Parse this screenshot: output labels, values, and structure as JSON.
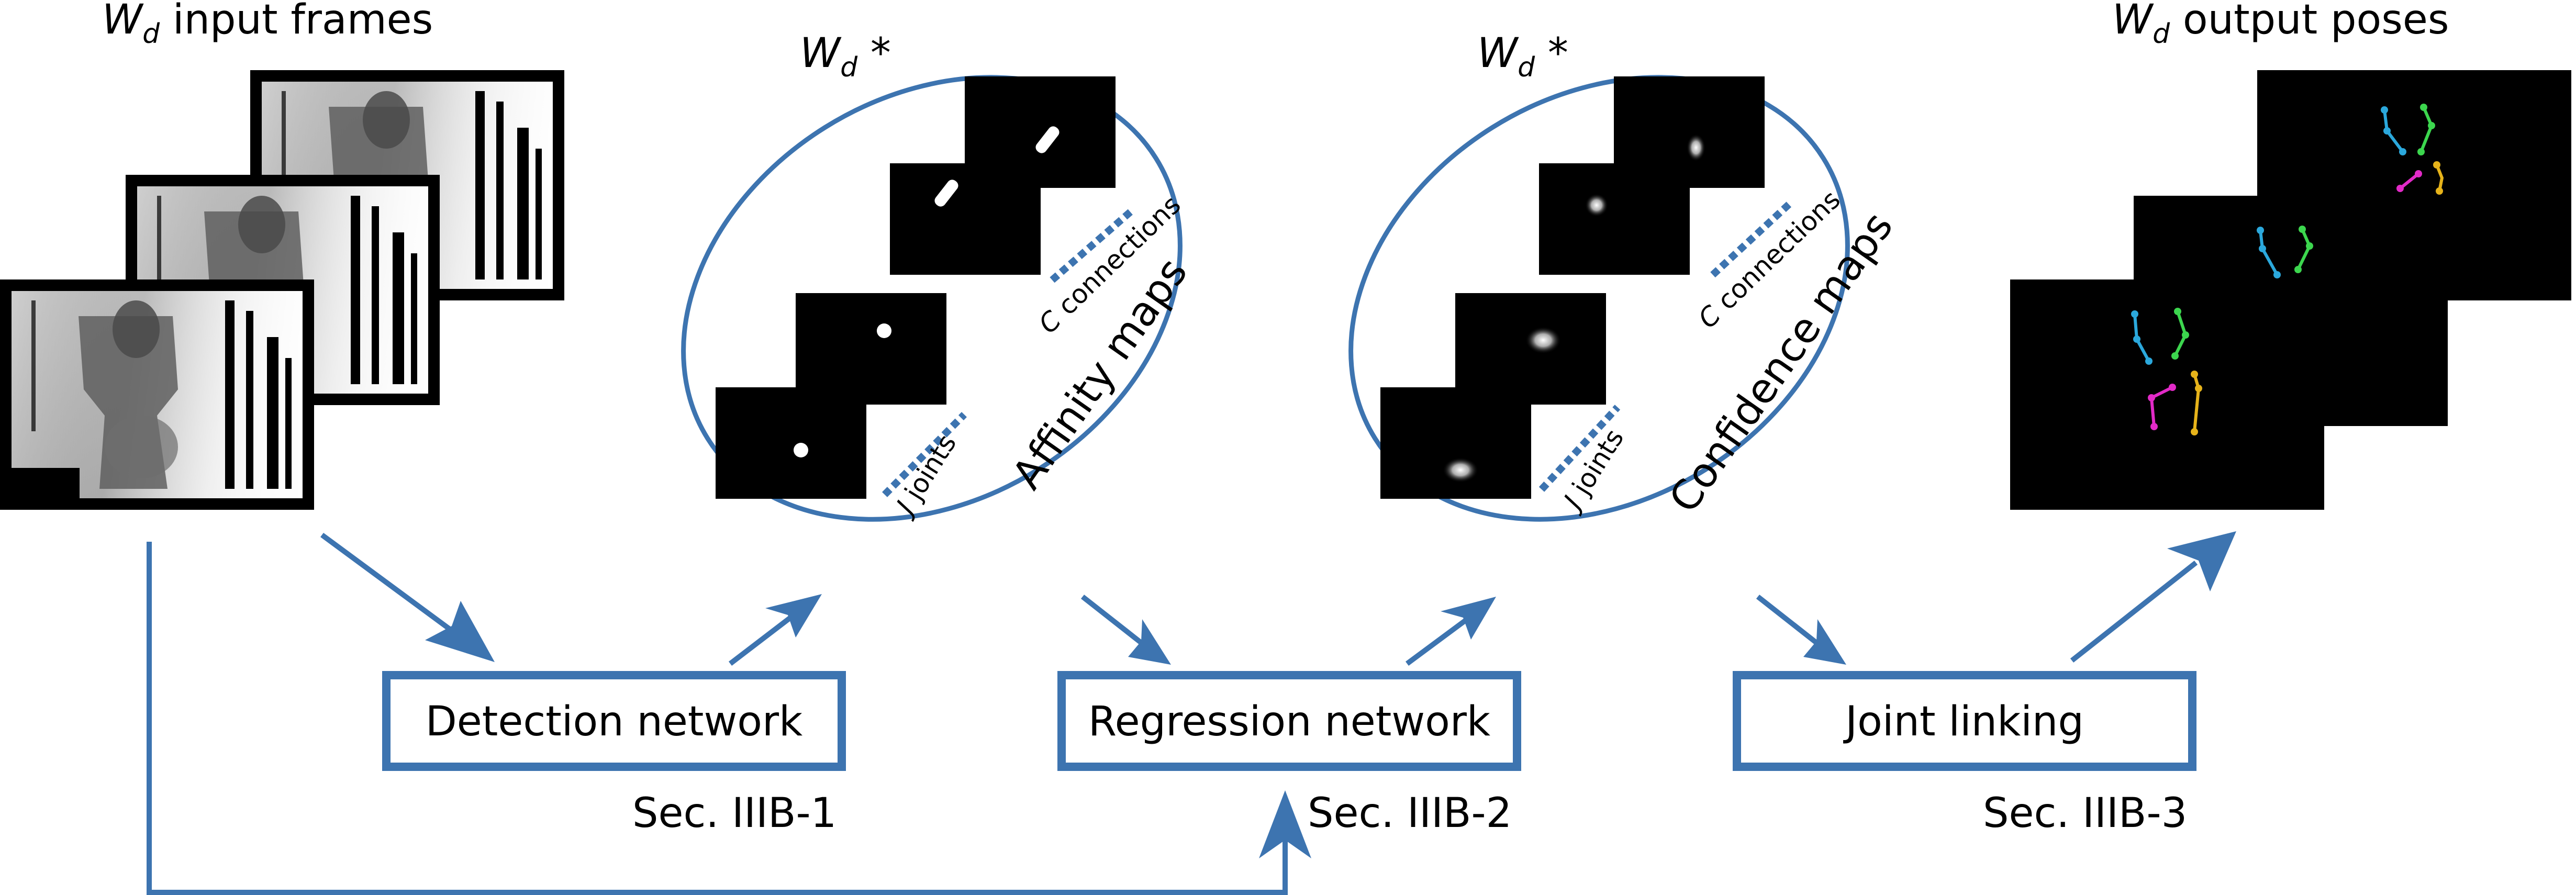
{
  "colors": {
    "blue": "#3d74b0",
    "bg": "#ffffff",
    "frame": "#000000",
    "skeleton_left_arm": "#2ba8dc",
    "skeleton_right_arm": "#3cd64e",
    "skeleton_left_leg": "#e22ac7",
    "skeleton_right_leg": "#e6b31a"
  },
  "title_input": {
    "math": "W",
    "sub": "d",
    "rest": " input frames"
  },
  "title_output": {
    "math": "W",
    "sub": "d",
    "rest": " output poses"
  },
  "affinity_stack": {
    "mult": {
      "math": "W",
      "sub": "d",
      "rest": " *"
    },
    "group_label": "Affinity maps",
    "joints": {
      "math": "J",
      "rest": " joints"
    },
    "connections": {
      "math": "C",
      "rest": " connections"
    }
  },
  "confidence_stack": {
    "mult": {
      "math": "W",
      "sub": "d",
      "rest": " *"
    },
    "group_label": "Confidence maps",
    "joints": {
      "math": "J",
      "rest": " joints"
    },
    "connections": {
      "math": "C",
      "rest": " connections"
    }
  },
  "boxes": [
    {
      "label": "Detection network",
      "section": "Sec. IIIB-1"
    },
    {
      "label": "Regression network",
      "section": "Sec. IIIB-2"
    },
    {
      "label": "Joint linking",
      "section": "Sec. IIIB-3"
    }
  ],
  "icons": [
    "arrow-icon",
    "heatmap-icon",
    "skeleton-icon"
  ]
}
